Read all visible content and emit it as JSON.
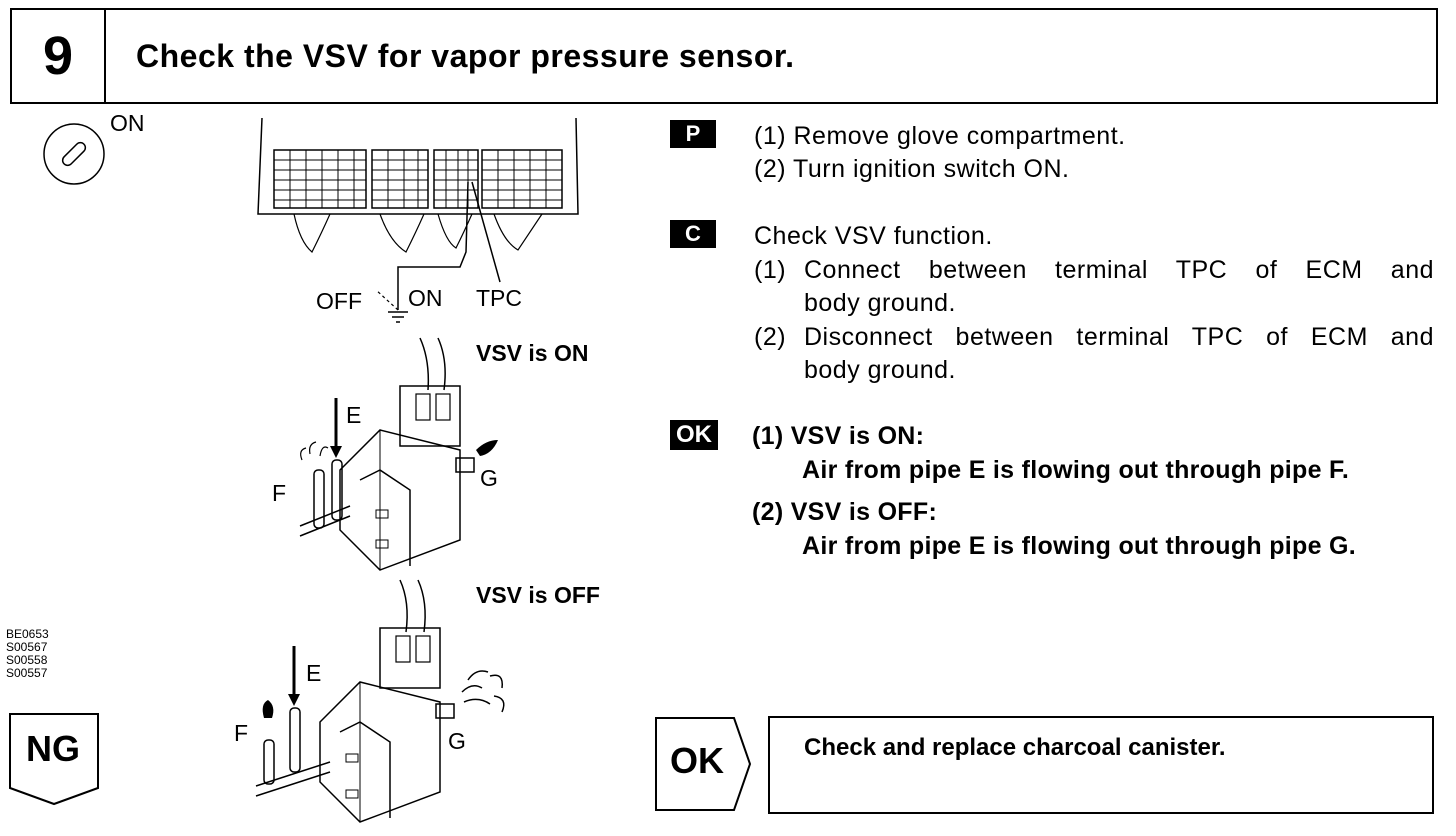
{
  "header": {
    "step_number": "9",
    "title": "Check the VSV for vapor pressure sensor."
  },
  "diagram": {
    "ignition_on_label": "ON",
    "switch_off_label": "OFF",
    "switch_on_label": "ON",
    "tpc_label": "TPC",
    "vsv_on_title": "VSV is ON",
    "vsv_off_title": "VSV is OFF",
    "pipe_e_on": "E",
    "pipe_f_on": "F",
    "pipe_g_on": "G",
    "pipe_e_off": "E",
    "pipe_f_off": "F",
    "pipe_g_off": "G"
  },
  "figure_codes": [
    "BE0653",
    "S00567",
    "S00558",
    "S00557"
  ],
  "prep": {
    "tag": "P",
    "steps": [
      "(1) Remove glove compartment.",
      "(2) Turn ignition switch ON."
    ]
  },
  "check": {
    "tag": "C",
    "heading": "Check VSV function.",
    "step1_num": "(1)",
    "step1_line1": "Connect between terminal TPC of ECM and",
    "step1_line2": "body ground.",
    "step2_num": "(2)",
    "step2_line1": "Disconnect between terminal TPC of ECM and",
    "step2_line2": "body ground."
  },
  "ok_criteria": {
    "tag": "OK",
    "item1_head": "(1) VSV is ON:",
    "item1_text": "Air from pipe E is flowing out through pipe F.",
    "item2_head": "(2) VSV is OFF:",
    "item2_text": "Air from pipe E is flowing out through pipe G."
  },
  "results": {
    "ng_label": "NG",
    "ok_label": "OK",
    "ok_action": "Check and replace charcoal canister."
  }
}
